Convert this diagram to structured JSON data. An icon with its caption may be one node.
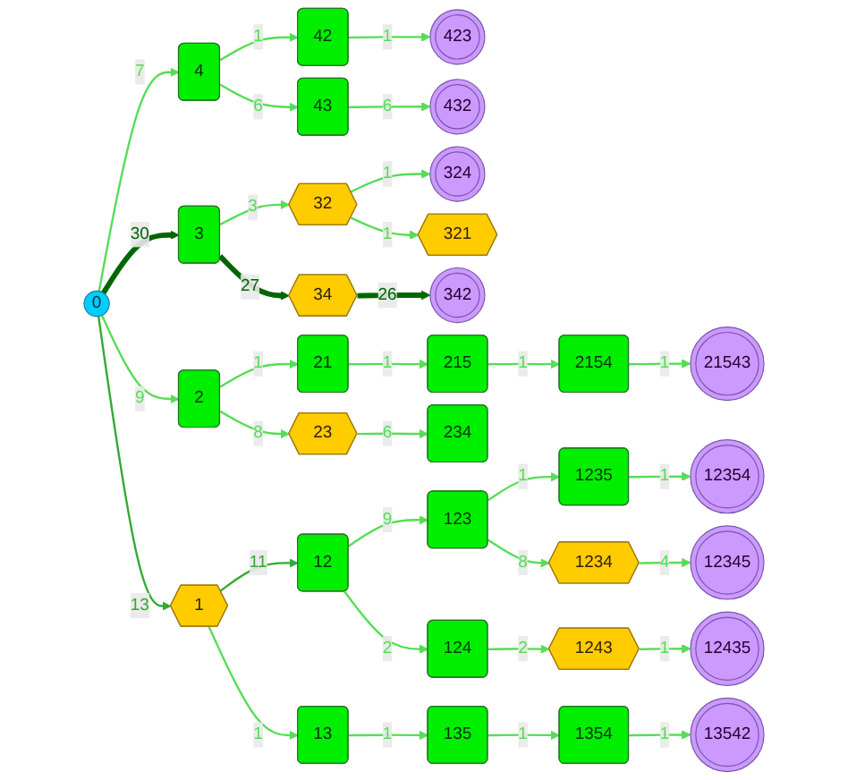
{
  "diagram": {
    "nodes": [
      {
        "text": [
          "0"
        ]
      },
      {
        "text": [
          "4"
        ]
      },
      {
        "text": [
          "42"
        ]
      },
      {
        "text": [
          "43"
        ]
      },
      {
        "text": [
          "423"
        ]
      },
      {
        "text": [
          "432"
        ]
      },
      {
        "text": [
          "3"
        ]
      },
      {
        "text": [
          "32"
        ]
      },
      {
        "text": [
          "324"
        ]
      },
      {
        "text": [
          "321"
        ]
      },
      {
        "text": [
          "34"
        ]
      },
      {
        "text": [
          "342"
        ]
      },
      {
        "text": [
          "2"
        ]
      },
      {
        "text": [
          "21"
        ]
      },
      {
        "text": [
          "215"
        ]
      },
      {
        "text": [
          "2154"
        ]
      },
      {
        "text": [
          "21543"
        ]
      },
      {
        "text": [
          "23"
        ]
      },
      {
        "text": [
          "234"
        ]
      },
      {
        "text": [
          "1"
        ]
      },
      {
        "text": [
          "12"
        ]
      },
      {
        "text": [
          "123"
        ]
      },
      {
        "text": [
          "1235"
        ]
      },
      {
        "text": [
          "12354"
        ]
      },
      {
        "text": [
          "1234"
        ]
      },
      {
        "text": [
          "12345"
        ]
      },
      {
        "text": [
          "124"
        ]
      },
      {
        "text": [
          "1243"
        ]
      },
      {
        "text": [
          "12435"
        ]
      },
      {
        "text": [
          "13"
        ]
      },
      {
        "text": [
          "135"
        ]
      },
      {
        "text": [
          "1354"
        ]
      },
      {
        "text": [
          "13542"
        ]
      }
    ],
    "edges": [
      {
        "from": 0,
        "to": 1,
        "arrow": "to",
        "label": "7"
      },
      {
        "from": 1,
        "to": 2,
        "arrow": "to",
        "label": "1"
      },
      {
        "from": 1,
        "to": 3,
        "arrow": "to",
        "label": "6"
      },
      {
        "from": 2,
        "to": 4,
        "arrow": "to",
        "label": "1"
      },
      {
        "from": 3,
        "to": 5,
        "arrow": "to",
        "label": "6"
      },
      {
        "from": 0,
        "to": 6,
        "arrow": "to",
        "label": "30",
        "style": "thick",
        "color": "#006600"
      },
      {
        "from": 6,
        "to": 7,
        "arrow": "to",
        "label": "3"
      },
      {
        "from": 7,
        "to": 8,
        "arrow": "to",
        "label": "1"
      },
      {
        "from": 7,
        "to": 9,
        "arrow": "to",
        "label": "1"
      },
      {
        "from": 6,
        "to": 10,
        "arrow": "to",
        "label": "27",
        "style": "thick",
        "color": "#006600"
      },
      {
        "from": 10,
        "to": 11,
        "arrow": "to",
        "label": "26",
        "style": "thick",
        "color": "#006600"
      },
      {
        "from": 0,
        "to": 12,
        "arrow": "to",
        "label": "9"
      },
      {
        "from": 12,
        "to": 13,
        "arrow": "to",
        "label": "1"
      },
      {
        "from": 13,
        "to": 14,
        "arrow": "to",
        "label": "1"
      },
      {
        "from": 14,
        "to": 15,
        "arrow": "to",
        "label": "1"
      },
      {
        "from": 15,
        "to": 16,
        "arrow": "to",
        "label": "1"
      },
      {
        "from": 12,
        "to": 17,
        "arrow": "to",
        "label": "8"
      },
      {
        "from": 17,
        "to": 18,
        "arrow": "to",
        "label": "6"
      },
      {
        "from": 0,
        "to": 19,
        "arrow": "to",
        "label": "13",
        "color": "#33aa33"
      },
      {
        "from": 19,
        "to": 20,
        "arrow": "to",
        "label": "11",
        "color": "#33aa33"
      },
      {
        "from": 20,
        "to": 21,
        "arrow": "to",
        "label": "9"
      },
      {
        "from": 21,
        "to": 22,
        "arrow": "to",
        "label": "1"
      },
      {
        "from": 22,
        "to": 23,
        "arrow": "to",
        "label": "1"
      },
      {
        "from": 21,
        "to": 24,
        "arrow": "to",
        "label": "8"
      },
      {
        "from": 24,
        "to": 25,
        "arrow": "to",
        "label": "4"
      },
      {
        "from": 20,
        "to": 26,
        "arrow": "to",
        "label": "2"
      },
      {
        "from": 26,
        "to": 27,
        "arrow": "to",
        "label": "2"
      },
      {
        "from": 27,
        "to": 28,
        "arrow": "to",
        "label": "1"
      },
      {
        "from": 19,
        "to": 29,
        "arrow": "to",
        "label": "1"
      },
      {
        "from": 29,
        "to": 30,
        "arrow": "to",
        "label": "1"
      },
      {
        "from": 30,
        "to": 31,
        "arrow": "to",
        "label": "1"
      },
      {
        "from": 31,
        "to": 32,
        "arrow": "to",
        "label": "1"
      }
    ]
  }
}
